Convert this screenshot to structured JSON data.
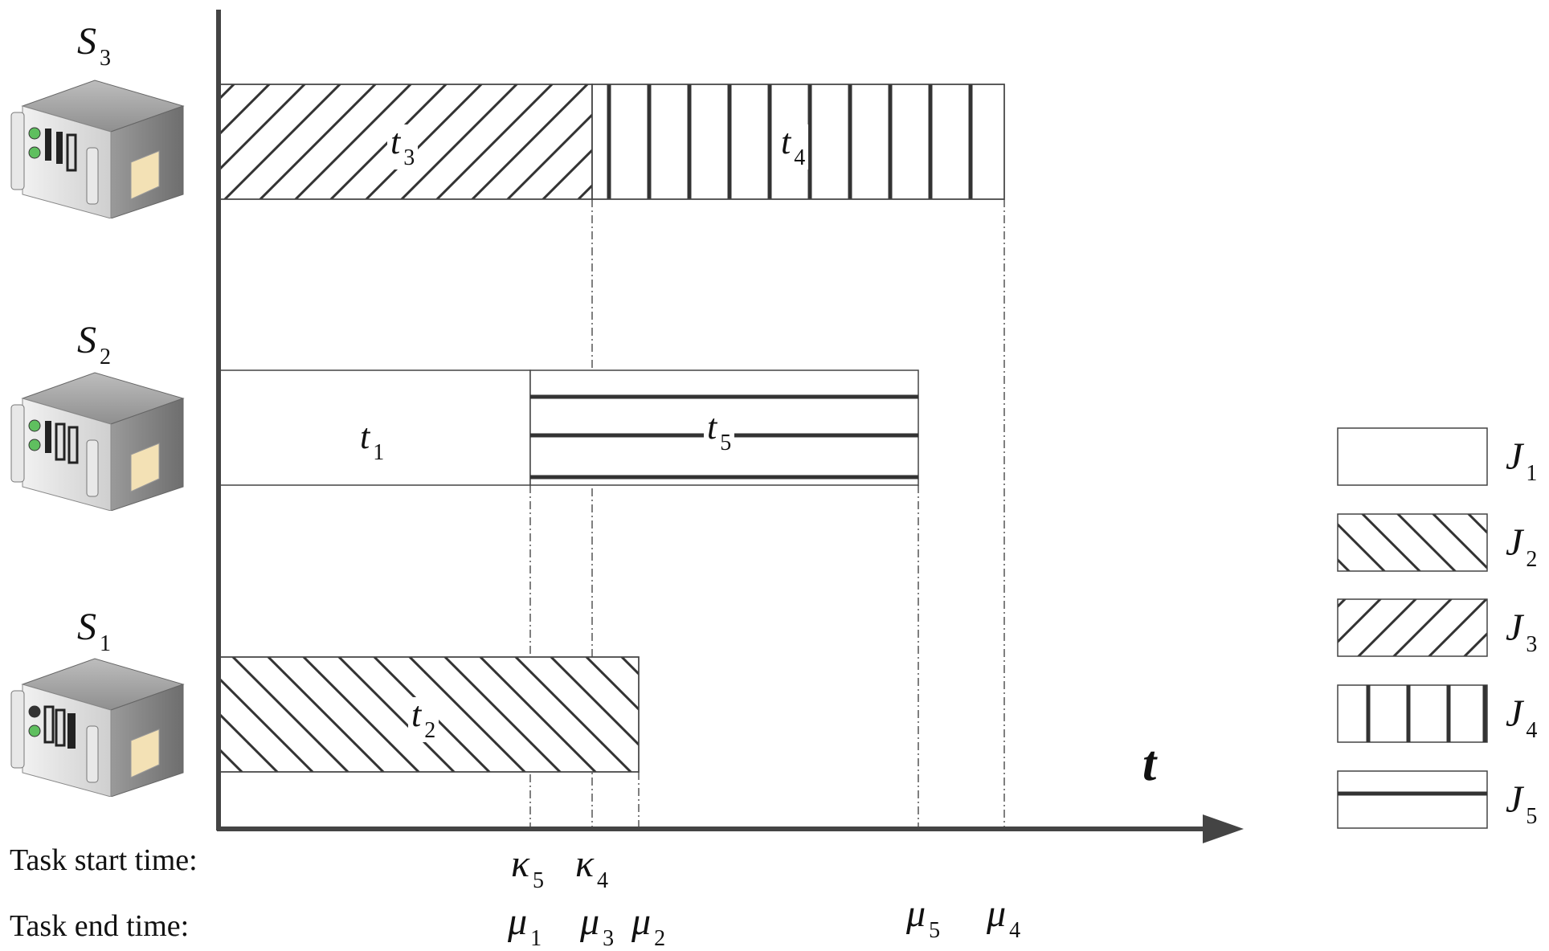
{
  "servers": [
    {
      "name": "S",
      "sub": "3"
    },
    {
      "name": "S",
      "sub": "2"
    },
    {
      "name": "S",
      "sub": "1"
    }
  ],
  "tasks": [
    {
      "name": "t",
      "sub": "3",
      "server": "S3",
      "job": "J3"
    },
    {
      "name": "t",
      "sub": "4",
      "server": "S3",
      "job": "J4"
    },
    {
      "name": "t",
      "sub": "1",
      "server": "S2",
      "job": "J1"
    },
    {
      "name": "t",
      "sub": "5",
      "server": "S2",
      "job": "J5"
    },
    {
      "name": "t",
      "sub": "2",
      "server": "S1",
      "job": "J2"
    }
  ],
  "axis": {
    "label": "t"
  },
  "legend": [
    {
      "name": "J",
      "sub": "1",
      "pattern": "blank"
    },
    {
      "name": "J",
      "sub": "2",
      "pattern": "diagonal-down"
    },
    {
      "name": "J",
      "sub": "3",
      "pattern": "diagonal-up"
    },
    {
      "name": "J",
      "sub": "4",
      "pattern": "vertical-lines"
    },
    {
      "name": "J",
      "sub": "5",
      "pattern": "horizontal-line"
    }
  ],
  "start_times": {
    "label": "Task start time:",
    "marks": [
      {
        "sym": "κ",
        "sub": "5"
      },
      {
        "sym": "κ",
        "sub": "4"
      }
    ]
  },
  "end_times": {
    "label": "Task end time:",
    "marks": [
      {
        "sym": "μ",
        "sub": "1"
      },
      {
        "sym": "μ",
        "sub": "3"
      },
      {
        "sym": "μ",
        "sub": "2"
      },
      {
        "sym": "μ",
        "sub": "5"
      },
      {
        "sym": "μ",
        "sub": "4"
      }
    ]
  },
  "colors": {
    "ink": "#333333",
    "box_fill": "#ffffff"
  }
}
